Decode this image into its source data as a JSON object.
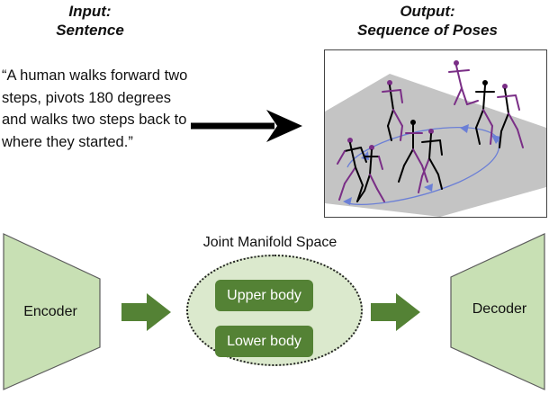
{
  "input": {
    "title_line1": "Input:",
    "title_line2": "Sentence"
  },
  "output": {
    "title_line1": "Output:",
    "title_line2": "Sequence of Poses"
  },
  "sentence": "“A human walks forward two steps, pivots 180 degrees and walks two steps back to where they started.”",
  "encoder": {
    "label": "Encoder"
  },
  "decoder": {
    "label": "Decoder"
  },
  "manifold": {
    "title": "Joint Manifold Space",
    "upper": "Upper body",
    "lower": "Lower body"
  },
  "colors": {
    "block_fill": "#c8e0b4",
    "arrow_green": "#548235",
    "pill_green": "#548235",
    "ellipse_fill": "#dbe9cd",
    "pose_purple": "#7a2e86",
    "path_blue": "#6b7fd6",
    "floor_gray": "#c4c4c4"
  }
}
